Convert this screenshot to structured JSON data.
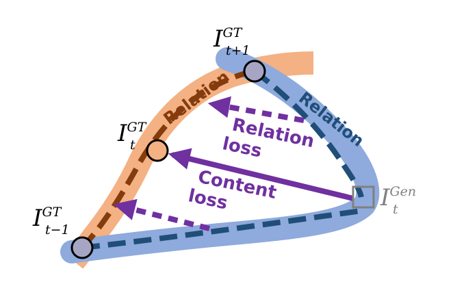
{
  "colors": {
    "orange_band": "#f4b183",
    "blue_band": "#8faadc",
    "brown_dash": "#843c0c",
    "navy_dash": "#1f4e79",
    "purple": "#7030a0",
    "node_fill": "#a6a6c4",
    "node_stroke": "#000000",
    "gen_box": "#808080"
  },
  "labels": {
    "relation_left": "Relation",
    "relation_right": "Relation",
    "relation_loss_line1": "Relation",
    "relation_loss_line2": "loss",
    "content_loss_line1": "Content",
    "content_loss_line2": "loss"
  },
  "math": {
    "gt_prev": {
      "base": "I",
      "sup": "GT",
      "sub": "t−1"
    },
    "gt_curr": {
      "base": "I",
      "sup": "GT",
      "sub": "t"
    },
    "gt_next": {
      "base": "I",
      "sup": "GT",
      "sub": "t+1"
    },
    "gen": {
      "base": "I",
      "sup": "Gen",
      "sub": "t"
    }
  }
}
